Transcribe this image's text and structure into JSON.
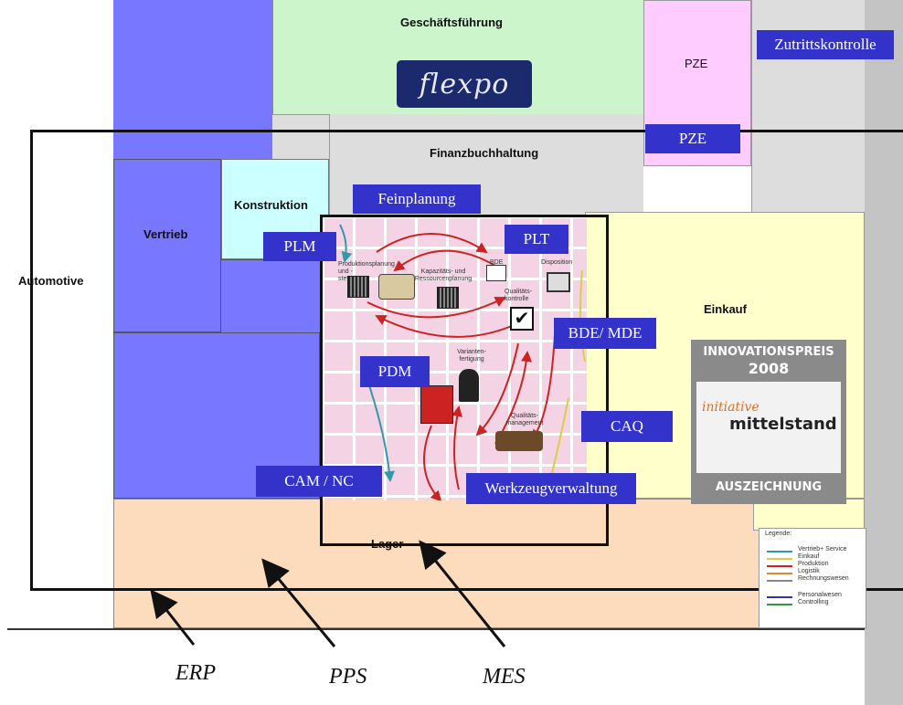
{
  "zones": {
    "geschaeftsfuehrung": "Geschäftsführung",
    "pze_top": "PZE",
    "finanzbuchhaltung": "Finanzbuchhaltung",
    "konstruktion": "Konstruktion",
    "vertrieb": "Vertrieb",
    "automotive": "Automotive",
    "einkauf": "Einkauf",
    "lager": "Lager"
  },
  "logo": {
    "text": "flexpo"
  },
  "tags": {
    "zutrittskontrolle": "Zutrittskontrolle",
    "pze": "PZE",
    "feinplanung": "Feinplanung",
    "plm": "PLM",
    "plt": "PLT",
    "bde_mde": "BDE/ MDE",
    "pdm": "PDM",
    "caq": "CAQ",
    "cam_nc": "CAM / NC",
    "werkzeugverwaltung": "Werkzeugverwaltung"
  },
  "process": {
    "produktionsplanung": "Produktionsplanung und -steuerung",
    "kapazitaet": "Kapazitäts- und Ressourcenplanung",
    "bde": "BDE",
    "disposition": "Disposition",
    "qualitaetskontrolle": "Qualitäts-kontrolle",
    "variantenfertigung": "Varianten-fertigung",
    "qualitaetsmanagement": "Qualitäts-management"
  },
  "award": {
    "line1": "INNOVATIONSPREIS",
    "line2": "2008",
    "initiative": "initiative",
    "mittelstand": "mittelstand",
    "bottom": "AUSZEICHNUNG"
  },
  "legend": {
    "title": "Legende:",
    "items": [
      {
        "label": "Vertrieb+ Service",
        "color": "#3399aa"
      },
      {
        "label": "Einkauf",
        "color": "#ddcc44"
      },
      {
        "label": "Produktion",
        "color": "#cc2222"
      },
      {
        "label": "Logistik",
        "color": "#dd8833"
      },
      {
        "label": "Rechnungswesen",
        "color": "#888888"
      },
      {
        "label": "Personalwesen",
        "color": "#3333aa"
      },
      {
        "label": "Controlling",
        "color": "#339933"
      }
    ]
  },
  "labels": {
    "erp": "ERP",
    "pps": "PPS",
    "mes": "MES"
  }
}
